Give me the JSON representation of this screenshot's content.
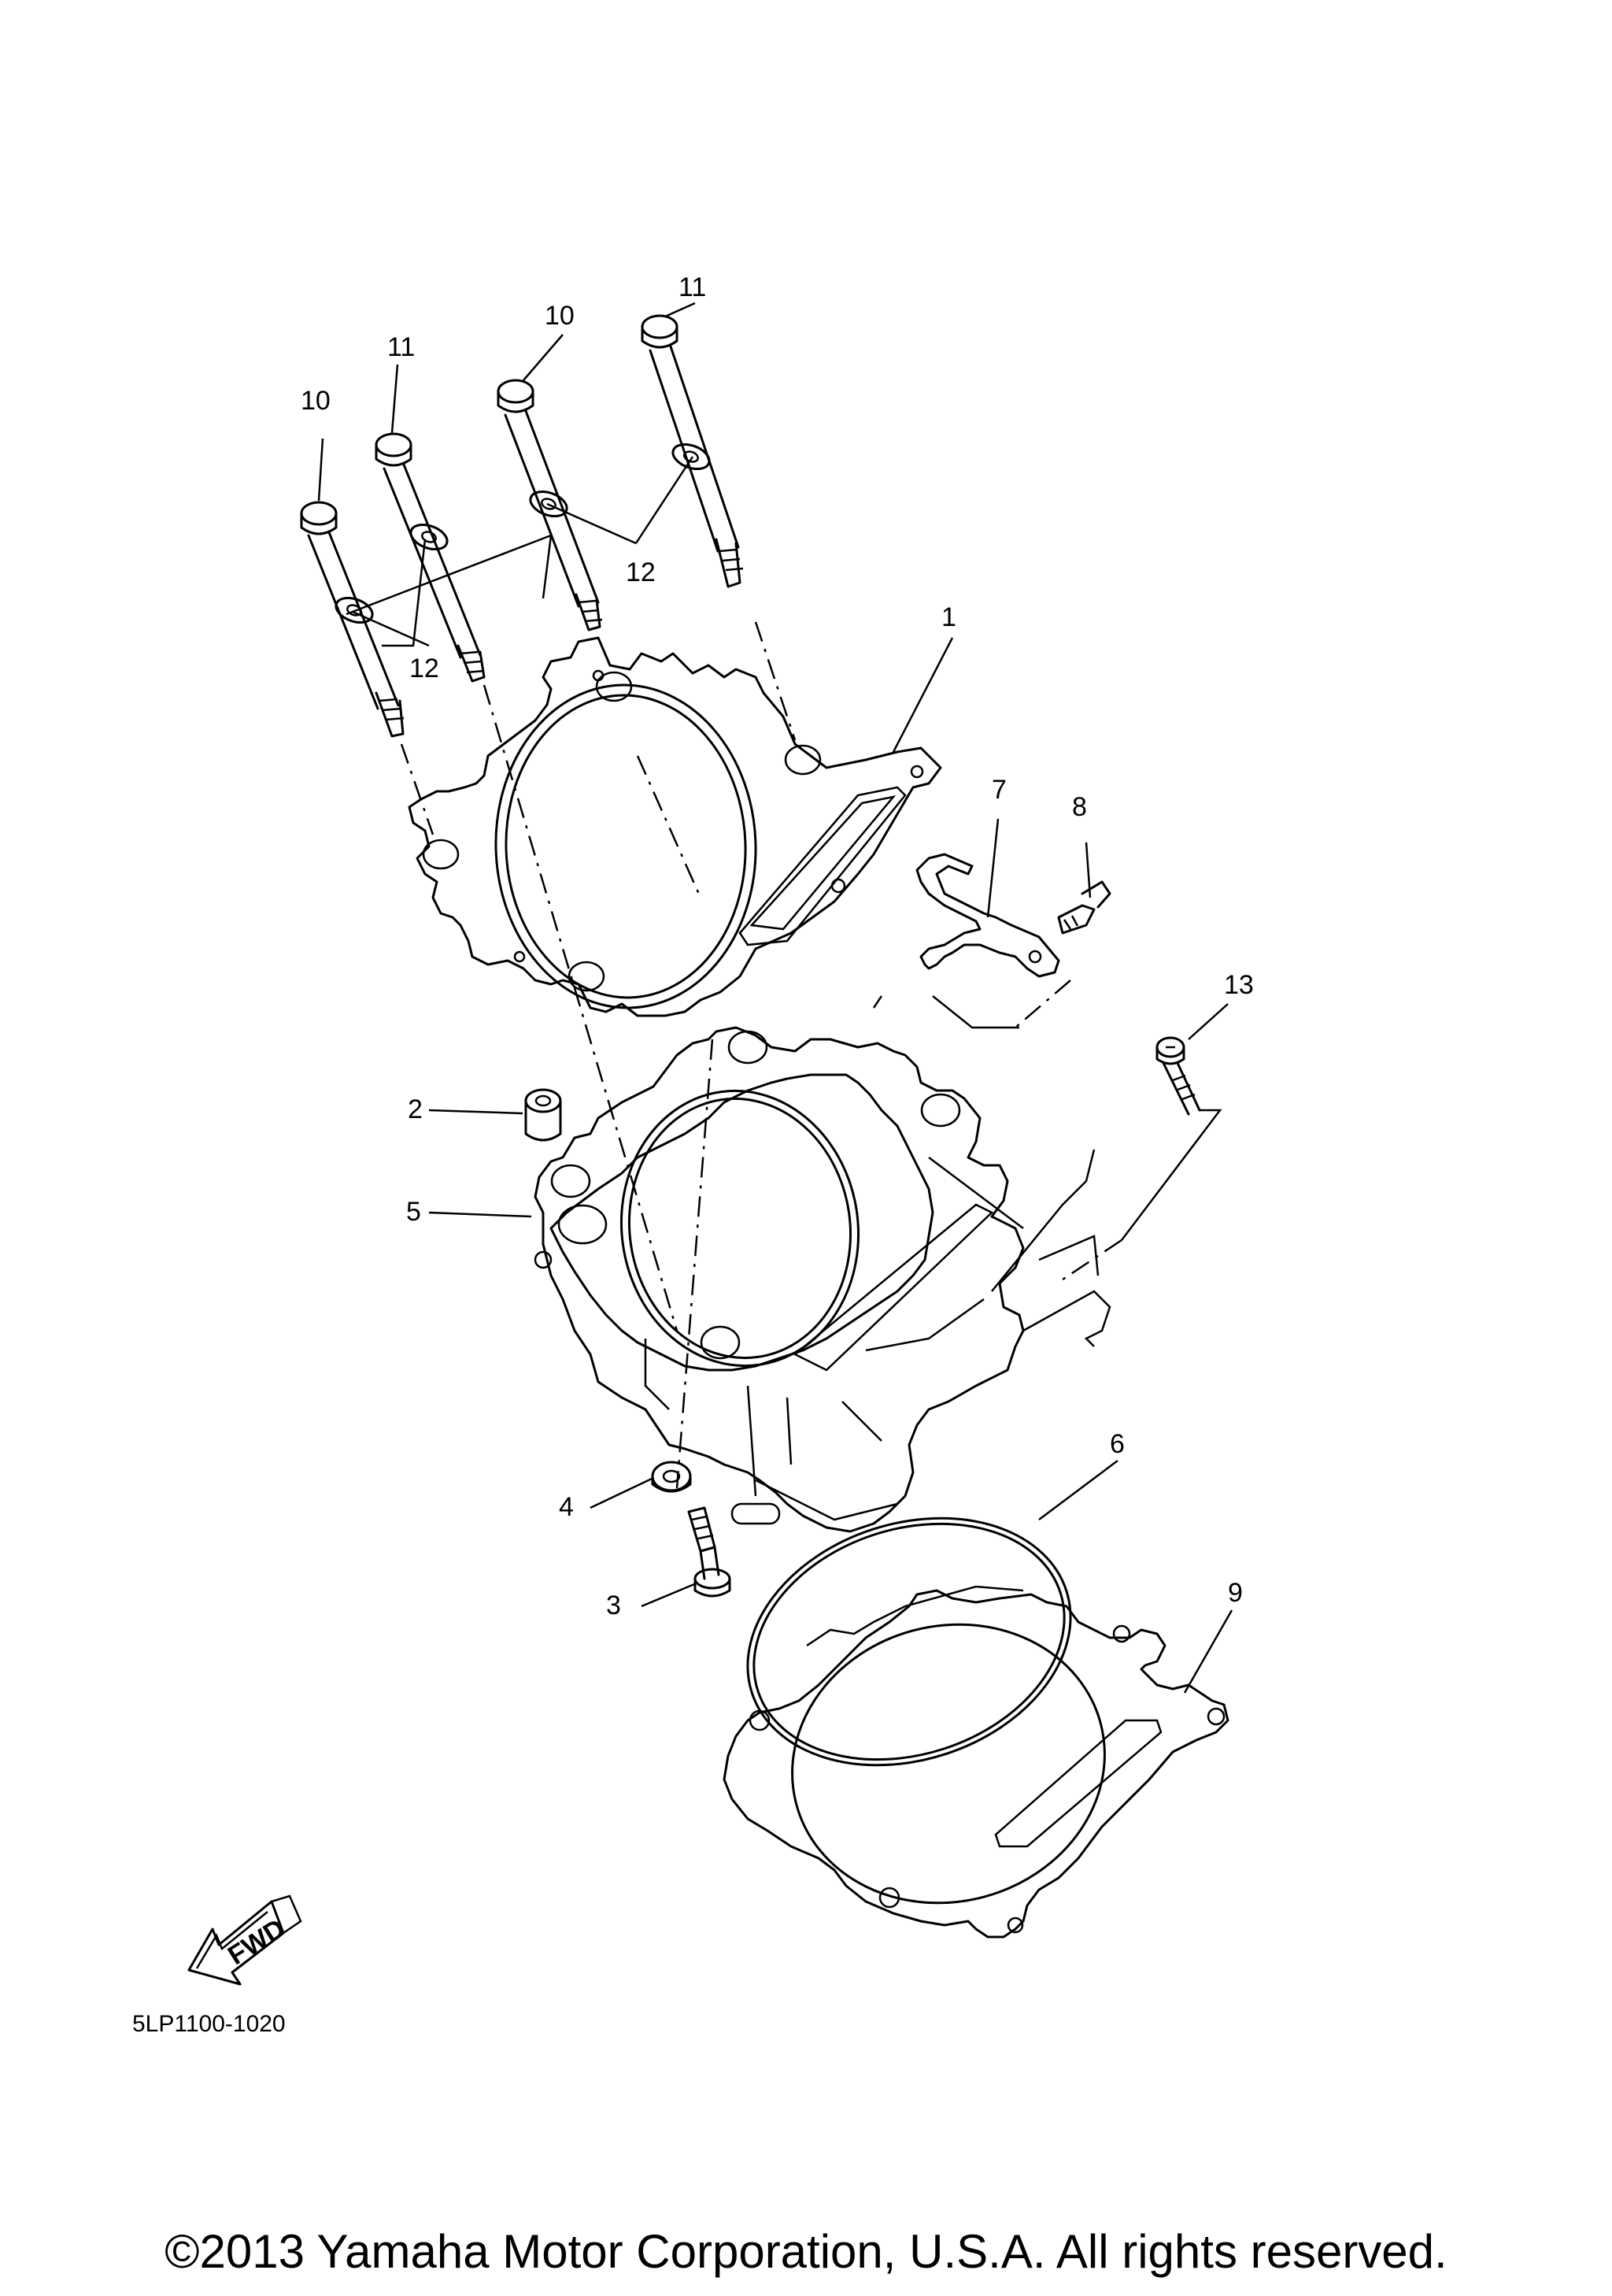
{
  "callouts": [
    "1",
    "2",
    "3",
    "4",
    "5",
    "6",
    "7",
    "8",
    "9",
    "10",
    "10",
    "11",
    "11",
    "12",
    "12",
    "13"
  ],
  "fwd_label": "FWD",
  "diagram_code": "5LP1100-1020",
  "copyright": "©2013 Yamaha Motor Corporation, U.S.A. All rights reserved."
}
